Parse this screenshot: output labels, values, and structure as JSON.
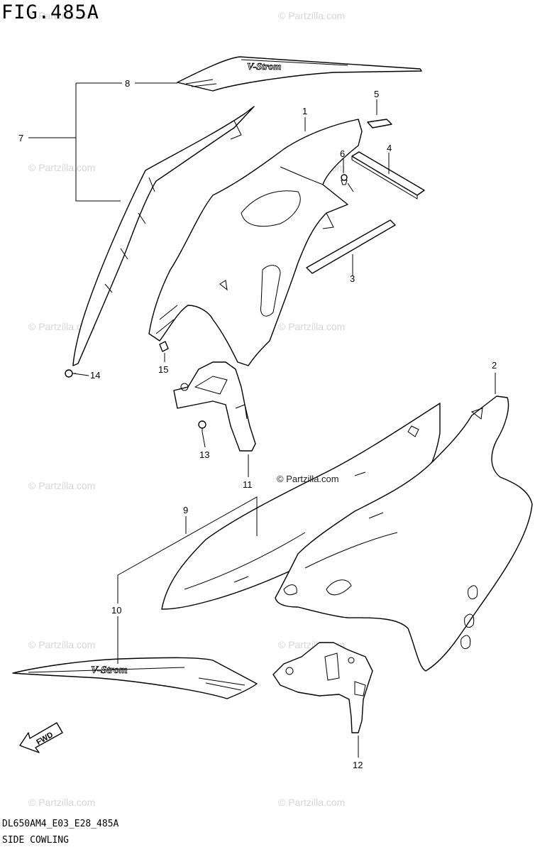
{
  "figure": {
    "title": "FIG.485A",
    "model_code": "DL650AM4_E03_E28_485A",
    "section_name": "SIDE COWLING",
    "copyright": "© Partzilla.com",
    "watermark": "© Partzilla.com",
    "decal_text": "V-Strom",
    "fwd_label": "FWD"
  },
  "callouts": [
    {
      "id": "1",
      "label": "1"
    },
    {
      "id": "2",
      "label": "2"
    },
    {
      "id": "3",
      "label": "3"
    },
    {
      "id": "4",
      "label": "4"
    },
    {
      "id": "5",
      "label": "5"
    },
    {
      "id": "6",
      "label": "6"
    },
    {
      "id": "7",
      "label": "7"
    },
    {
      "id": "8",
      "label": "8"
    },
    {
      "id": "9",
      "label": "9"
    },
    {
      "id": "10",
      "label": "10"
    },
    {
      "id": "11",
      "label": "11"
    },
    {
      "id": "12",
      "label": "12"
    },
    {
      "id": "13",
      "label": "13"
    },
    {
      "id": "14",
      "label": "14"
    },
    {
      "id": "15",
      "label": "15"
    }
  ]
}
